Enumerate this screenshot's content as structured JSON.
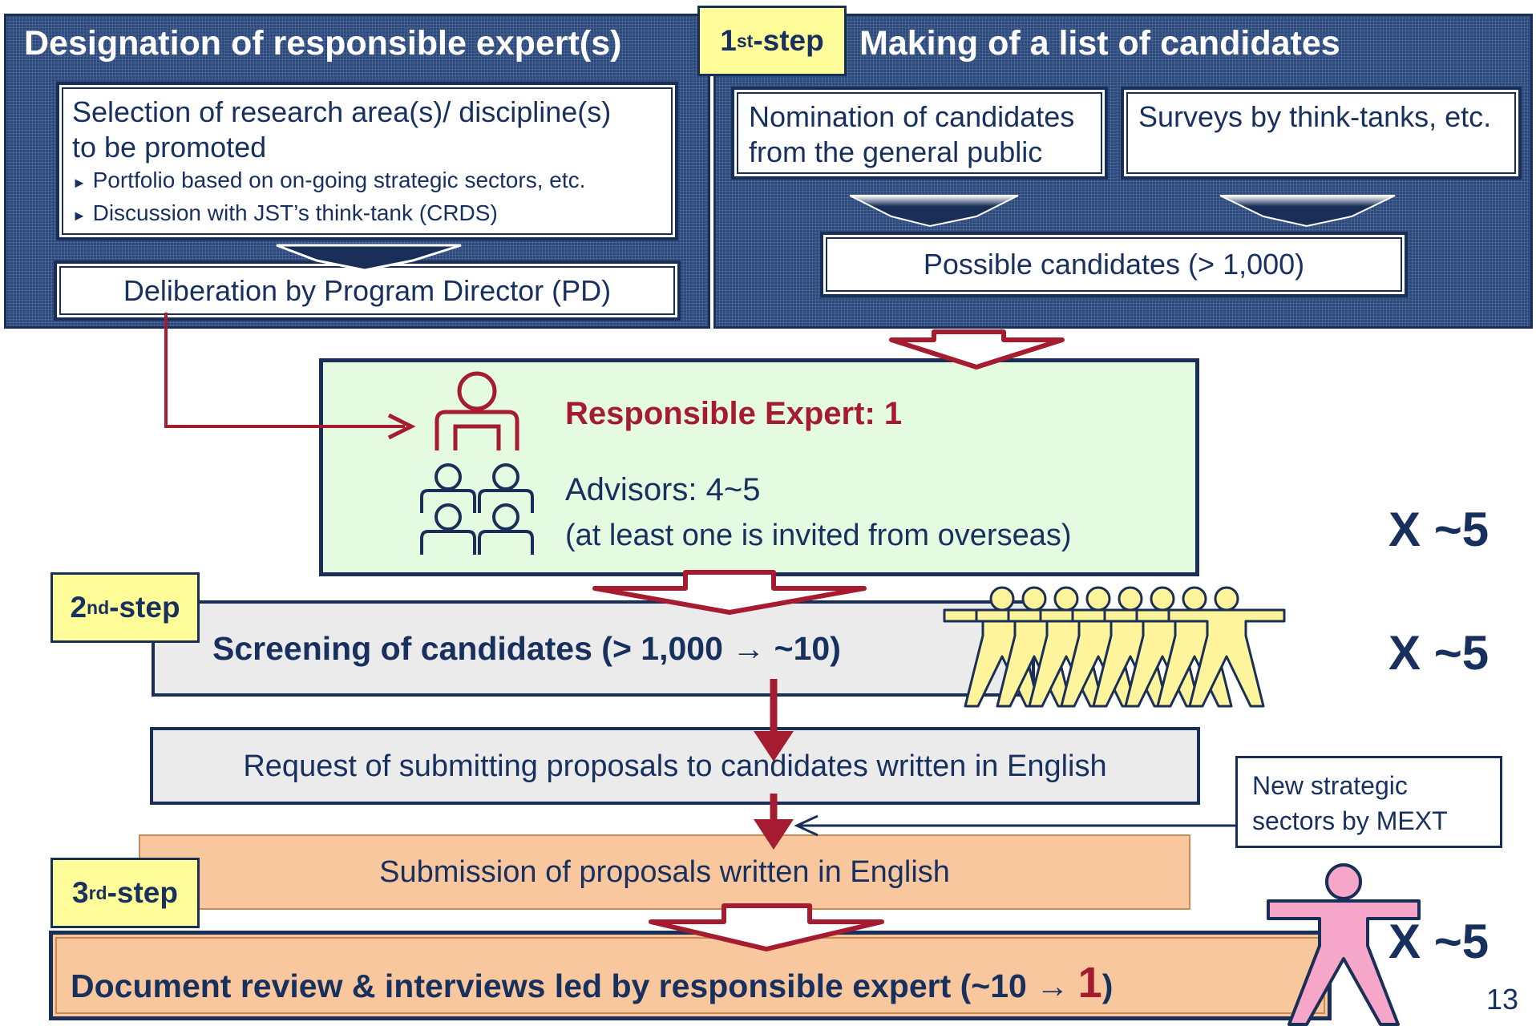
{
  "step1": {
    "note": "1",
    "note_sup": "st",
    "note_suffix": "-step",
    "left_header": "Designation of responsible expert(s)",
    "right_header": "Making of a list of candidates",
    "selection_line1": "Selection of research area(s)/ discipline(s)",
    "selection_line2": "to be promoted",
    "bullet1": "Portfolio based on on-going strategic sectors, etc.",
    "bullet2": "Discussion with JST’s think-tank (CRDS)",
    "deliberation": "Deliberation by Program Director (PD)",
    "nomination_line1": "Nomination of candidates",
    "nomination_line2": "from the general public",
    "surveys": "Surveys by think-tanks, etc.",
    "possible": "Possible candidates (> 1,000)"
  },
  "experts": {
    "title": "Responsible Expert: 1",
    "advisors": "Advisors: 4~5",
    "overseas": "(at least one is invited from overseas)"
  },
  "step2": {
    "note": "2",
    "note_sup": "nd",
    "note_suffix": "-step",
    "screening": "Screening of candidates (> 1,000 → ~10)",
    "request": "Request of submitting proposals to candidates written in English"
  },
  "mext": {
    "line1": "New strategic",
    "line2": "sectors by MEXT"
  },
  "step3": {
    "note": "3",
    "note_sup": "rd",
    "note_suffix": "-step",
    "submission": "Submission of proposals written in English",
    "review_prefix": "Document review & interviews led by responsible expert (~10 → ",
    "review_number": "1",
    "review_suffix": ")"
  },
  "multipliers": [
    "X ~5",
    "X ~5",
    "X ~5"
  ],
  "page_number": "13",
  "colors": {
    "navy": "#2d4a7e",
    "dark_red": "#a51c30",
    "green_box": "#e4fbe1",
    "sticky_note": "#fffd99",
    "orange_box": "#f9c79e",
    "figure_yellow": "#fdf49c",
    "figure_pink": "#f5a6c9"
  }
}
